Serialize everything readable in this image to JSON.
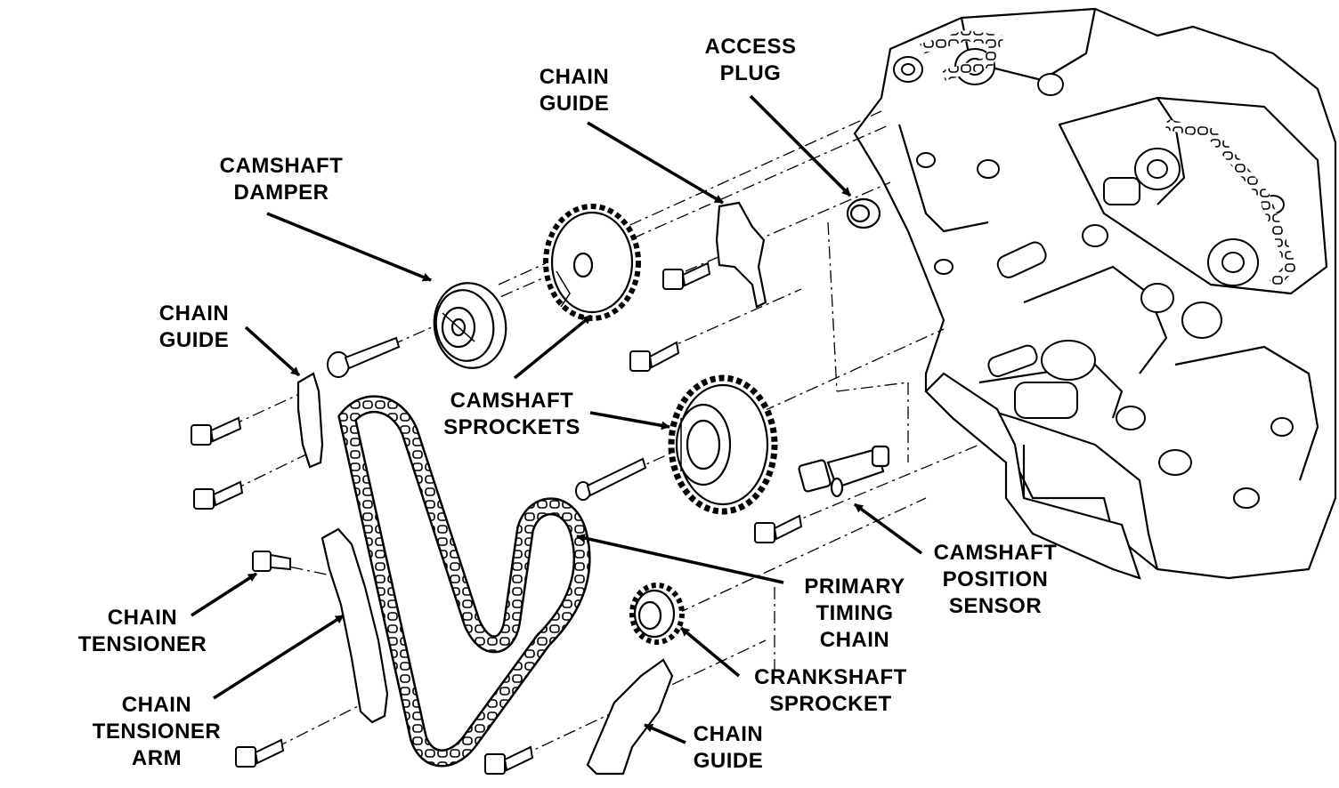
{
  "colors": {
    "ink": "#000000",
    "paper": "#ffffff"
  },
  "labels": {
    "access_plug": [
      "ACCESS",
      "PLUG"
    ],
    "chain_guide_top": [
      "CHAIN",
      "GUIDE"
    ],
    "camshaft_damper": [
      "CAMSHAFT",
      "DAMPER"
    ],
    "chain_guide_left": [
      "CHAIN",
      "GUIDE"
    ],
    "camshaft_sprockets": [
      "CAMSHAFT",
      "SPROCKETS"
    ],
    "chain_tensioner": [
      "CHAIN",
      "TENSIONER"
    ],
    "chain_tensioner_arm": [
      "CHAIN",
      "TENSIONER",
      "ARM"
    ],
    "primary_timing_chain": [
      "PRIMARY",
      "TIMING",
      "CHAIN"
    ],
    "camshaft_position_sensor": [
      "CAMSHAFT",
      "POSITION",
      "SENSOR"
    ],
    "crankshaft_sprocket": [
      "CRANKSHAFT",
      "SPROCKET"
    ],
    "chain_guide_bottom": [
      "CHAIN",
      "GUIDE"
    ]
  }
}
